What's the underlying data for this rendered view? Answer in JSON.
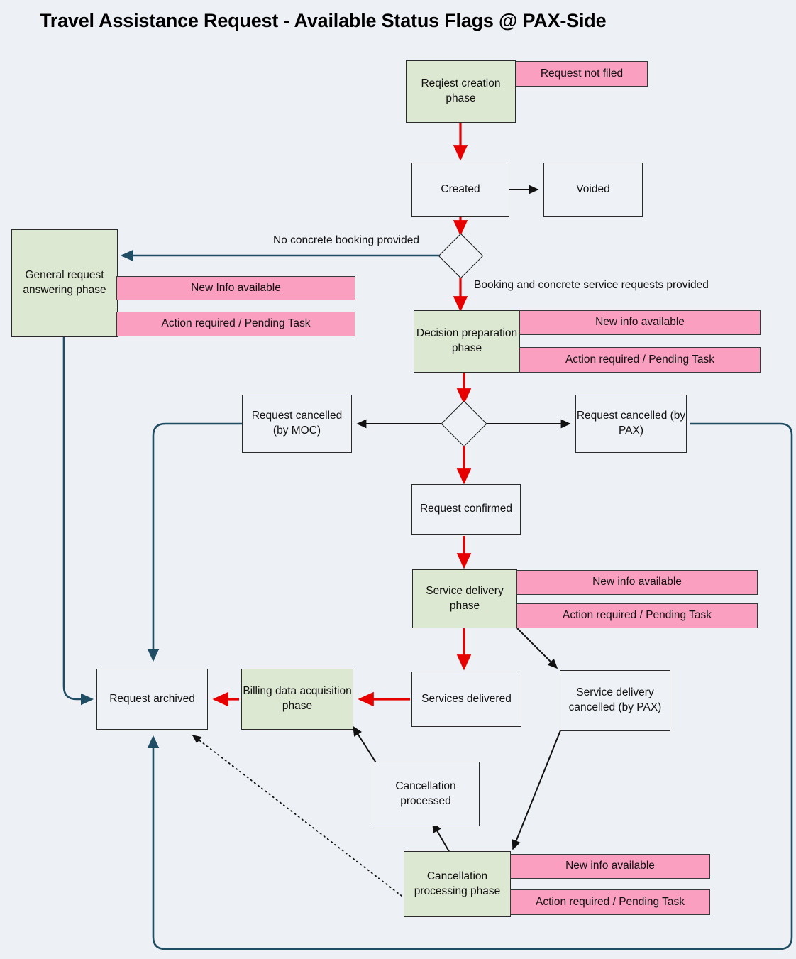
{
  "title": "Travel Assistance Request - Available Status Flags @ PAX-Side",
  "colors": {
    "background": "#edf0f5",
    "phase_fill": "#dde8d2",
    "flag_fill": "#fa9fc0",
    "state_fill": "#eef1f6",
    "border": "#2a2a2a",
    "red_edge": "#e60000",
    "blue_edge": "#1f4d63",
    "black_edge": "#111111"
  },
  "nodes": {
    "request_creation_phase": {
      "label": "Reqiest creation phase",
      "type": "phase"
    },
    "request_not_filed": {
      "label": "Request not filed",
      "type": "flag"
    },
    "created": {
      "label": "Created",
      "type": "state"
    },
    "voided": {
      "label": "Voided",
      "type": "state"
    },
    "general_request_answering_phase": {
      "label": "General request answering phase",
      "type": "phase"
    },
    "gra_new_info": {
      "label": "New Info available",
      "type": "flag"
    },
    "gra_action_required": {
      "label": "Action required / Pending Task",
      "type": "flag"
    },
    "decision_preparation_phase": {
      "label": "Decision preparation phase",
      "type": "phase"
    },
    "dp_new_info": {
      "label": "New info available",
      "type": "flag"
    },
    "dp_action_required": {
      "label": "Action required / Pending Task",
      "type": "flag"
    },
    "request_cancelled_moc": {
      "label": "Request cancelled (by MOC)",
      "type": "state"
    },
    "request_cancelled_pax": {
      "label": "Request cancelled (by PAX)",
      "type": "state"
    },
    "request_confirmed": {
      "label": "Request confirmed",
      "type": "state"
    },
    "service_delivery_phase": {
      "label": "Service delivery phase",
      "type": "phase"
    },
    "sd_new_info": {
      "label": "New info available",
      "type": "flag"
    },
    "sd_action_required": {
      "label": "Action required / Pending Task",
      "type": "flag"
    },
    "request_archived": {
      "label": "Request archived",
      "type": "state"
    },
    "billing_data_acquisition_phase": {
      "label": "Billing data acquisition phase",
      "type": "phase"
    },
    "services_delivered": {
      "label": "Services delivered",
      "type": "state"
    },
    "service_delivery_cancelled_pax": {
      "label": "Service delivery cancelled (by PAX)",
      "type": "state"
    },
    "cancellation_processed": {
      "label": "Cancellation processed",
      "type": "state"
    },
    "cancellation_processing_phase": {
      "label": "Cancellation processing phase",
      "type": "phase"
    },
    "cp_new_info": {
      "label": "New info available",
      "type": "flag"
    },
    "cp_action_required": {
      "label": "Action required / Pending Task",
      "type": "flag"
    }
  },
  "edge_labels": {
    "no_concrete_booking": "No concrete booking provided",
    "booking_provided": "Booking and concrete service requests provided"
  }
}
